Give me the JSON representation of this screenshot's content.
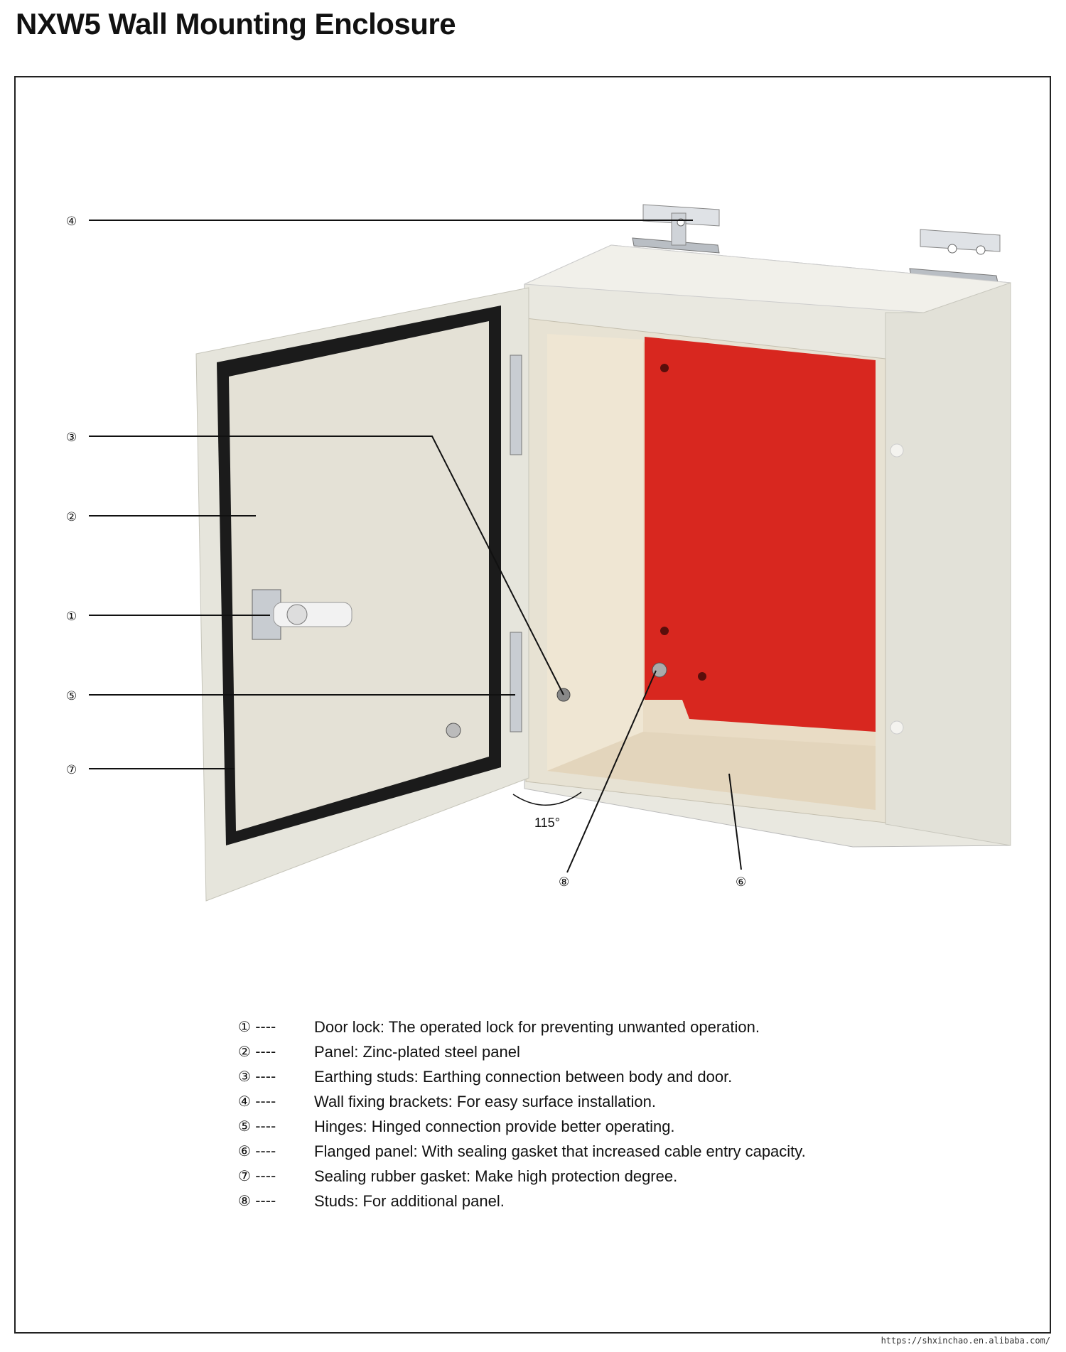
{
  "title": "NXW5 Wall Mounting Enclosure",
  "figure": {
    "callouts": [
      "④",
      "③",
      "②",
      "①",
      "⑤",
      "⑦",
      "⑧",
      "⑥"
    ],
    "angle_label": "115°",
    "colors": {
      "body": "#ecebe3",
      "panel": "#d8271f",
      "gasket": "#1b1b1b",
      "door_inner": "#e4e1d6"
    }
  },
  "legend": [
    {
      "num": "① ----",
      "text": "Door lock: The operated lock for preventing unwanted operation."
    },
    {
      "num": "② ----",
      "text": "Panel: Zinc-plated steel panel"
    },
    {
      "num": "③ ----",
      "text": "Earthing studs: Earthing connection between body and door."
    },
    {
      "num": "④ ----",
      "text": "Wall fixing brackets: For easy surface installation."
    },
    {
      "num": "⑤ ----",
      "text": "Hinges: Hinged connection provide better operating."
    },
    {
      "num": "⑥ ----",
      "text": "Flanged panel: With sealing gasket that increased cable entry capacity."
    },
    {
      "num": "⑦ ----",
      "text": "Sealing rubber gasket: Make high protection degree."
    },
    {
      "num": "⑧ ----",
      "text": "Studs: For additional panel."
    }
  ],
  "footer_url": "https://shxinchao.en.alibaba.com/"
}
